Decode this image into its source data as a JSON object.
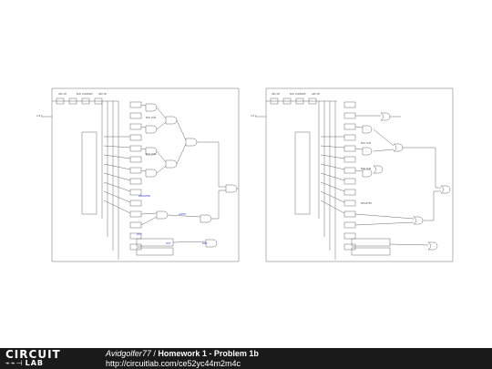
{
  "footer": {
    "logo_top": "CIRCUIT",
    "logo_bottom": "LAB",
    "author": "Avidgolfer77",
    "separator": " / ",
    "project_title": "Homework 1 - Problem 1b",
    "url": "http://circuitlab.com/ce52yc44m2m4c"
  },
  "colors": {
    "footer_bg": "#1a1a1a",
    "wire": "#6a6a6a",
    "label_blue": "#2233cc"
  }
}
